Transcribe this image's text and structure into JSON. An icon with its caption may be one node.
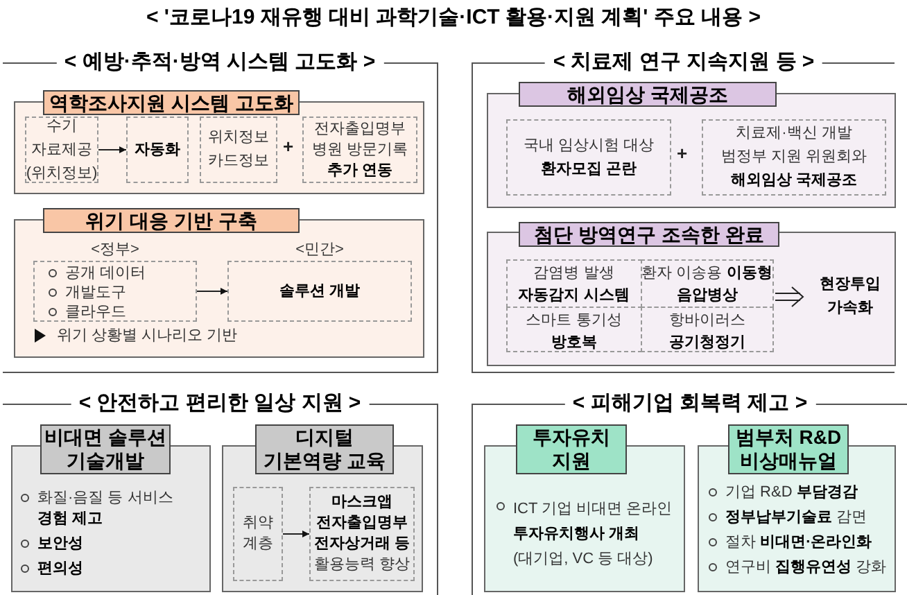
{
  "diagram": {
    "title": "< '코로나19 재유행 대비 과학기술·ICT 활용·지원 계획' 주요 내용 >",
    "nodes": [
      {
        "text": [
          "< 예방·추적·방역 시스템 고도화 >"
        ]
      },
      {
        "text": [
          "역학조사지원 시스템 고도화"
        ],
        "in": 0
      },
      {
        "text": [
          "수기 자료제공 (위치정보)"
        ],
        "in": 1
      },
      {
        "text": [
          "자동화"
        ],
        "in": 1
      },
      {
        "text": [
          "위치정보 카드정보"
        ],
        "in": 1
      },
      {
        "text": [
          "전자출입명부 병원 방문기록 **추가 연동**"
        ],
        "in": 1
      },
      {
        "text": [
          "위기 대응 기반 구축",
          "위기 상황별 시나리오 기반"
        ],
        "in": 0
      },
      {
        "text": [
          "<정부>",
          "공개 데이터",
          "개발도구",
          "클라우드"
        ],
        "in": 6
      },
      {
        "text": [
          "<민간>",
          "솔루션 개발"
        ],
        "in": 6
      },
      {
        "text": [
          "< 치료제 연구 지속지원 등 >"
        ]
      },
      {
        "text": [
          "해외임상 국제공조"
        ],
        "in": 9
      },
      {
        "text": [
          "국내 임상시험 대상 **환자모집 곤란**"
        ],
        "in": 10
      },
      {
        "text": [
          "치료제·백신 개발 범정부 지원 위원회와 **해외임상 국제공조**"
        ],
        "in": 10
      },
      {
        "text": [
          "첨단 방역연구 조속한 완료"
        ],
        "in": 9
      },
      {
        "text": [
          "감염병 발생 **자동감지 시스템**",
          "환자 이송용 **이동형 음압병상**",
          "스마트 통기성 **방호복**",
          "항바이러스 **공기청정기**"
        ],
        "in": 13
      },
      {
        "text": [
          "현장투입 가속화"
        ],
        "in": 13
      },
      {
        "text": [
          "< 안전하고 편리한 일상 지원 >"
        ]
      },
      {
        "text": [
          "비대면 솔루션 기술개발",
          "화질·음질 등 서비스 **경험 제고**",
          "보안성",
          "편의성"
        ],
        "in": 16
      },
      {
        "text": [
          "디지털 기본역량 교육"
        ],
        "in": 16
      },
      {
        "text": [
          "취약 계층"
        ],
        "in": 18
      },
      {
        "text": [
          "**마스크앱 전자출입명부 전자상거래 등** 활용능력 향상"
        ],
        "in": 18
      },
      {
        "text": [
          "< 피해기업 회복력 제고 >"
        ]
      },
      {
        "text": [
          "투자유치 지원",
          "ICT 기업 비대면 온라인 **투자유치행사 개최** (대기업, VC 등 대상)"
        ],
        "in": 21
      },
      {
        "text": [
          "범부처 R&D 비상매뉴얼",
          "기업 R&D **부담경감**",
          "**정부납부기술료** 감면",
          "절차 **비대면·온라인화**",
          "연구비 **집행유연성** 강화"
        ],
        "in": 21
      }
    ],
    "edges": [
      {
        "from": 2,
        "to": 3,
        "arrow": "to"
      },
      {
        "from": 7,
        "to": 8,
        "arrow": "to"
      },
      {
        "from": 14,
        "to": 15,
        "arrow": "to"
      },
      {
        "from": 19,
        "to": 20,
        "arrow": "to"
      }
    ],
    "labels": [
      "+",
      "+"
    ]
  }
}
